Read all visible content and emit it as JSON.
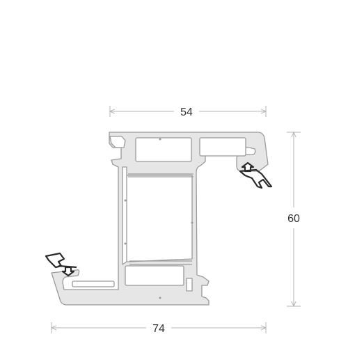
{
  "dimensions": {
    "top_width": "54",
    "bottom_width": "74",
    "height": "60"
  },
  "colors": {
    "background": "#ffffff",
    "profile_fill": "#e6e6e6",
    "profile_stroke": "#9a9a9a",
    "dimension_line": "#b5b5b5",
    "text": "#333333",
    "gasket": "#2a2a2a"
  }
}
